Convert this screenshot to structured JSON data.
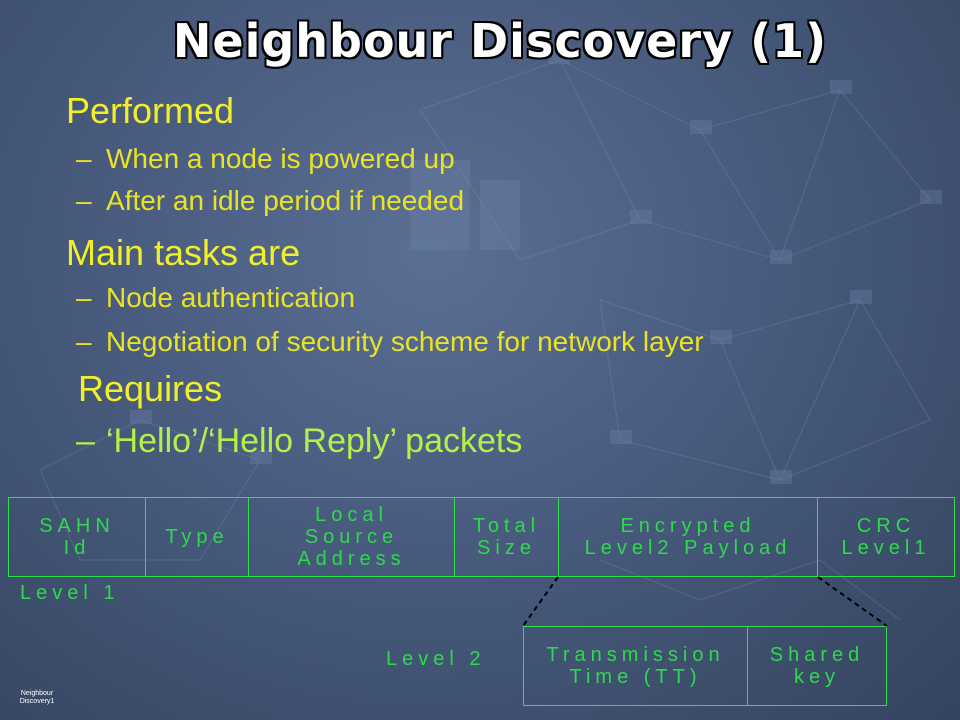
{
  "slide": {
    "title": "Neighbour Discovery (1)",
    "footer": "Neighbour Discovery1"
  },
  "bullets": [
    {
      "level": 1,
      "text": "Performed"
    },
    {
      "level": 2,
      "text": "When a node is powered up"
    },
    {
      "level": 2,
      "text": "After an idle period if needed"
    },
    {
      "level": 1,
      "text": "Main tasks are"
    },
    {
      "level": 2,
      "text": "Node authentication"
    },
    {
      "level": 2,
      "text": "Negotiation of security scheme for network layer"
    },
    {
      "level": 1,
      "text": "Requires"
    },
    {
      "level": 2,
      "text": "‘Hello’/‘Hello Reply’ packets"
    }
  ],
  "diagram": {
    "level1_label": "Level 1",
    "level2_label": "Level 2",
    "level1_fields": [
      "SAHN\nId",
      "Type",
      "Local\nSource\nAddress",
      "Total\nSize",
      "Encrypted\nLevel2 Payload",
      "CRC\nLevel1"
    ],
    "level2_fields": [
      "Transmission\nTime (TT)",
      "Shared\nkey"
    ],
    "colors": {
      "field_border": "#2de04a",
      "field_text": "#2ed94d",
      "level1_bullet": "#f0ef2a",
      "level2_bullet": "#e9e326",
      "requires_sub": "#b4f04a",
      "connector": "#000000"
    }
  }
}
